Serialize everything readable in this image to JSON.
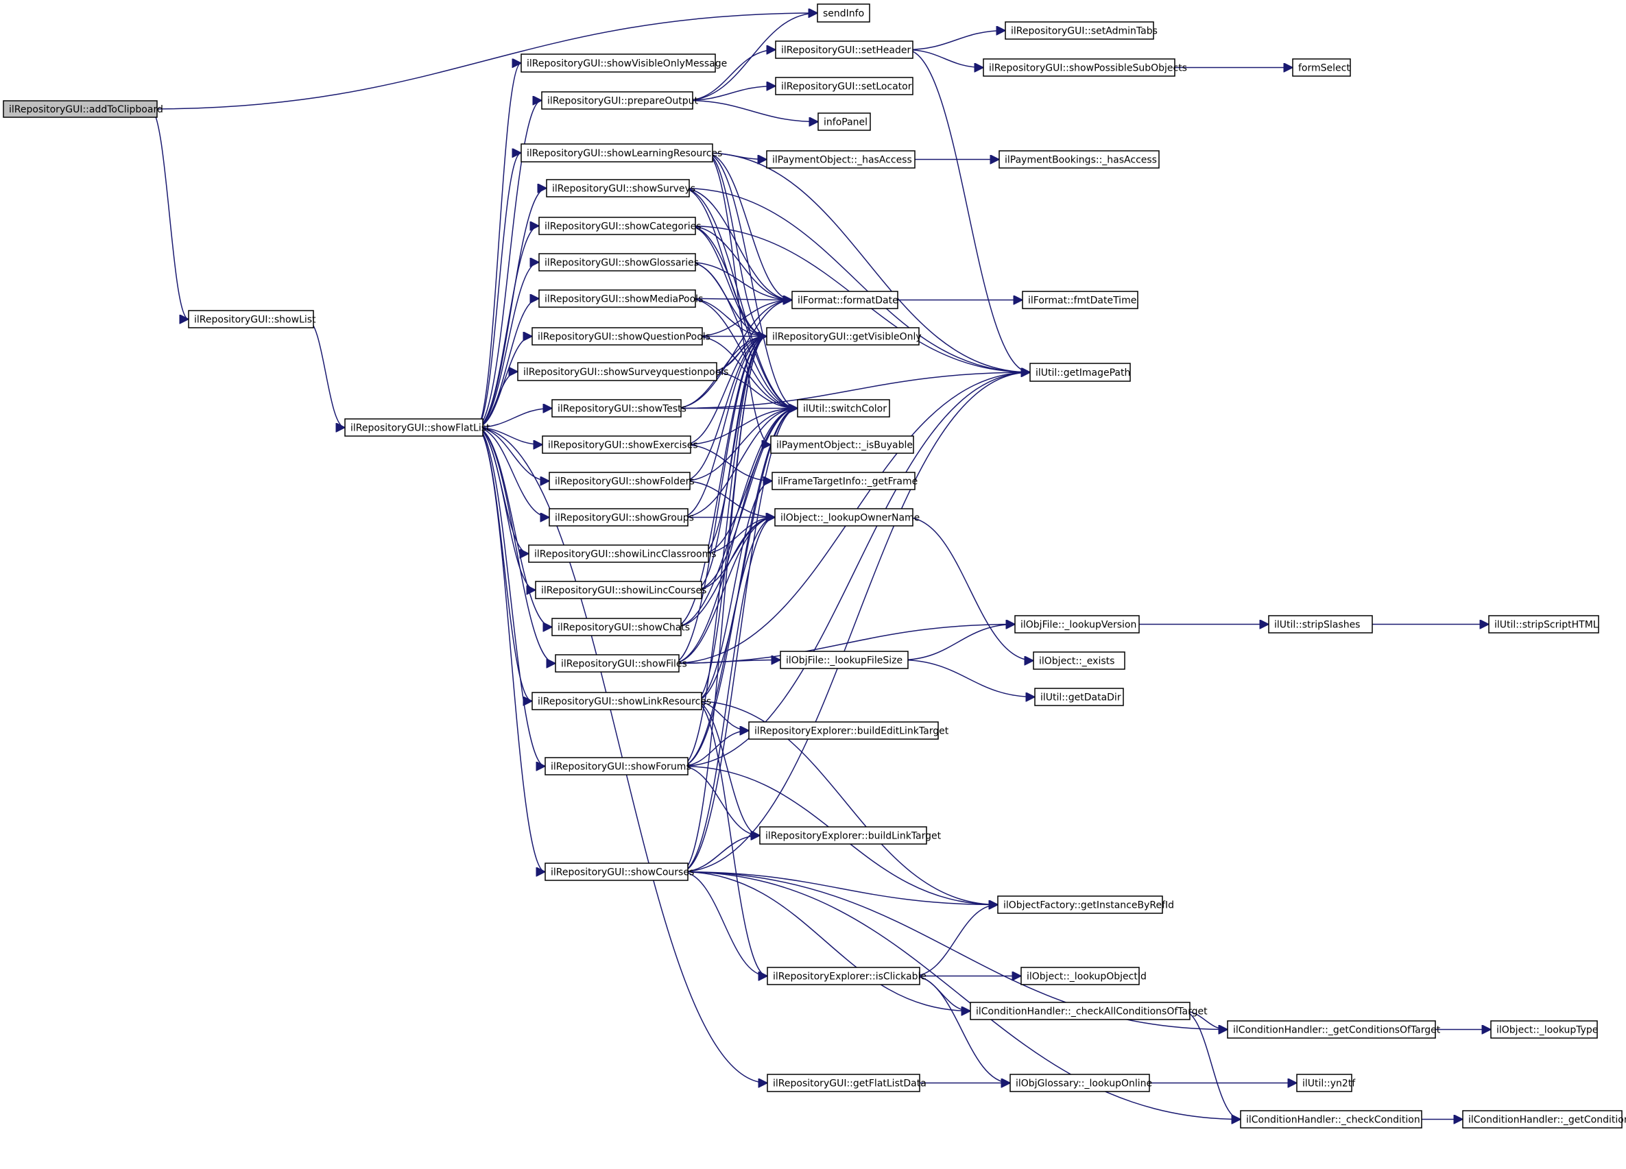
{
  "graph": {
    "edge_color": "#191970",
    "root_fill": "#bfbfbf",
    "nodes": [
      {
        "id": "addToClipboard",
        "label": "ilRepositoryGUI::addToClipboard",
        "root": true
      },
      {
        "id": "sendInfo",
        "label": "sendInfo"
      },
      {
        "id": "showList",
        "label": "ilRepositoryGUI::showList"
      },
      {
        "id": "showFlatList",
        "label": "ilRepositoryGUI::showFlatList"
      },
      {
        "id": "showVisibleOnlyMessage",
        "label": "ilRepositoryGUI::showVisibleOnlyMessage"
      },
      {
        "id": "prepareOutput",
        "label": "ilRepositoryGUI::prepareOutput"
      },
      {
        "id": "showLearningResources",
        "label": "ilRepositoryGUI::showLearningResources"
      },
      {
        "id": "showSurveys",
        "label": "ilRepositoryGUI::showSurveys"
      },
      {
        "id": "showCategories",
        "label": "ilRepositoryGUI::showCategories"
      },
      {
        "id": "showGlossaries",
        "label": "ilRepositoryGUI::showGlossaries"
      },
      {
        "id": "showMediaPools",
        "label": "ilRepositoryGUI::showMediaPools"
      },
      {
        "id": "showQuestionPools",
        "label": "ilRepositoryGUI::showQuestionPools"
      },
      {
        "id": "showSurveyquestionpools",
        "label": "ilRepositoryGUI::showSurveyquestionpools"
      },
      {
        "id": "showTests",
        "label": "ilRepositoryGUI::showTests"
      },
      {
        "id": "showExercises",
        "label": "ilRepositoryGUI::showExercises"
      },
      {
        "id": "showFolders",
        "label": "ilRepositoryGUI::showFolders"
      },
      {
        "id": "showGroups",
        "label": "ilRepositoryGUI::showGroups"
      },
      {
        "id": "showiLincClassrooms",
        "label": "ilRepositoryGUI::showiLincClassrooms"
      },
      {
        "id": "showiLincCourses",
        "label": "ilRepositoryGUI::showiLincCourses"
      },
      {
        "id": "showChats",
        "label": "ilRepositoryGUI::showChats"
      },
      {
        "id": "showFiles",
        "label": "ilRepositoryGUI::showFiles"
      },
      {
        "id": "showLinkResources",
        "label": "ilRepositoryGUI::showLinkResources"
      },
      {
        "id": "showForums",
        "label": "ilRepositoryGUI::showForums"
      },
      {
        "id": "showCourses",
        "label": "ilRepositoryGUI::showCourses"
      },
      {
        "id": "setHeader",
        "label": "ilRepositoryGUI::setHeader"
      },
      {
        "id": "setLocator",
        "label": "ilRepositoryGUI::setLocator"
      },
      {
        "id": "infoPanel",
        "label": "infoPanel"
      },
      {
        "id": "setAdminTabs",
        "label": "ilRepositoryGUI::setAdminTabs"
      },
      {
        "id": "showPossibleSubObjects",
        "label": "ilRepositoryGUI::showPossibleSubObjects"
      },
      {
        "id": "formSelect",
        "label": "formSelect"
      },
      {
        "id": "payHasAccess",
        "label": "ilPaymentObject::_hasAccess"
      },
      {
        "id": "bookHasAccess",
        "label": "ilPaymentBookings::_hasAccess"
      },
      {
        "id": "formatDate",
        "label": "ilFormat::formatDate"
      },
      {
        "id": "fmtDateTime",
        "label": "ilFormat::fmtDateTime"
      },
      {
        "id": "getVisibleOnly",
        "label": "ilRepositoryGUI::getVisibleOnly"
      },
      {
        "id": "getImagePath",
        "label": "ilUtil::getImagePath"
      },
      {
        "id": "switchColor",
        "label": "ilUtil::switchColor"
      },
      {
        "id": "isBuyable",
        "label": "ilPaymentObject::_isBuyable"
      },
      {
        "id": "getFrame",
        "label": "ilFrameTargetInfo::_getFrame"
      },
      {
        "id": "lookupOwnerName",
        "label": "ilObject::_lookupOwnerName"
      },
      {
        "id": "lookupVersion",
        "label": "ilObjFile::_lookupVersion"
      },
      {
        "id": "stripSlashes",
        "label": "ilUtil::stripSlashes"
      },
      {
        "id": "stripScriptHTML",
        "label": "ilUtil::stripScriptHTML"
      },
      {
        "id": "lookupFileSize",
        "label": "ilObjFile::_lookupFileSize"
      },
      {
        "id": "objExists",
        "label": "ilObject::_exists"
      },
      {
        "id": "getDataDir",
        "label": "ilUtil::getDataDir"
      },
      {
        "id": "buildEditLinkTarget",
        "label": "ilRepositoryExplorer::buildEditLinkTarget"
      },
      {
        "id": "buildLinkTarget",
        "label": "ilRepositoryExplorer::buildLinkTarget"
      },
      {
        "id": "getInstanceByRefId",
        "label": "ilObjectFactory::getInstanceByRefId"
      },
      {
        "id": "isClickable",
        "label": "ilRepositoryExplorer::isClickable"
      },
      {
        "id": "lookupObjectId",
        "label": "ilObject::_lookupObjectId"
      },
      {
        "id": "checkAllConditionsOfTarget",
        "label": "ilConditionHandler::_checkAllConditionsOfTarget"
      },
      {
        "id": "getConditionsOfTarget",
        "label": "ilConditionHandler::_getConditionsOfTarget"
      },
      {
        "id": "lookupType",
        "label": "ilObject::_lookupType"
      },
      {
        "id": "getFlatListData",
        "label": "ilRepositoryGUI::getFlatListData"
      },
      {
        "id": "lookupOnline",
        "label": "ilObjGlossary::_lookupOnline"
      },
      {
        "id": "yn2tf",
        "label": "ilUtil::yn2tf"
      },
      {
        "id": "checkCondition",
        "label": "ilConditionHandler::_checkCondition"
      },
      {
        "id": "getCondition",
        "label": "ilConditionHandler::_getCondition"
      }
    ],
    "edges": [
      [
        "addToClipboard",
        "sendInfo"
      ],
      [
        "addToClipboard",
        "showList"
      ],
      [
        "showList",
        "showFlatList"
      ],
      [
        "showFlatList",
        "showVisibleOnlyMessage"
      ],
      [
        "showFlatList",
        "prepareOutput"
      ],
      [
        "showFlatList",
        "showLearningResources"
      ],
      [
        "showFlatList",
        "showSurveys"
      ],
      [
        "showFlatList",
        "showCategories"
      ],
      [
        "showFlatList",
        "showGlossaries"
      ],
      [
        "showFlatList",
        "showMediaPools"
      ],
      [
        "showFlatList",
        "showQuestionPools"
      ],
      [
        "showFlatList",
        "showSurveyquestionpools"
      ],
      [
        "showFlatList",
        "showTests"
      ],
      [
        "showFlatList",
        "showExercises"
      ],
      [
        "showFlatList",
        "showFolders"
      ],
      [
        "showFlatList",
        "showGroups"
      ],
      [
        "showFlatList",
        "showiLincClassrooms"
      ],
      [
        "showFlatList",
        "showiLincCourses"
      ],
      [
        "showFlatList",
        "showChats"
      ],
      [
        "showFlatList",
        "showFiles"
      ],
      [
        "showFlatList",
        "showLinkResources"
      ],
      [
        "showFlatList",
        "showForums"
      ],
      [
        "showFlatList",
        "showCourses"
      ],
      [
        "showFlatList",
        "getFlatListData"
      ],
      [
        "prepareOutput",
        "sendInfo"
      ],
      [
        "prepareOutput",
        "setHeader"
      ],
      [
        "prepareOutput",
        "setLocator"
      ],
      [
        "prepareOutput",
        "infoPanel"
      ],
      [
        "setHeader",
        "setAdminTabs"
      ],
      [
        "setHeader",
        "showPossibleSubObjects"
      ],
      [
        "setHeader",
        "getImagePath"
      ],
      [
        "showPossibleSubObjects",
        "formSelect"
      ],
      [
        "showLearningResources",
        "payHasAccess"
      ],
      [
        "showLearningResources",
        "formatDate"
      ],
      [
        "showLearningResources",
        "getVisibleOnly"
      ],
      [
        "showLearningResources",
        "switchColor"
      ],
      [
        "showLearningResources",
        "getImagePath"
      ],
      [
        "showLearningResources",
        "isBuyable"
      ],
      [
        "payHasAccess",
        "bookHasAccess"
      ],
      [
        "showSurveys",
        "formatDate"
      ],
      [
        "showSurveys",
        "getVisibleOnly"
      ],
      [
        "showSurveys",
        "switchColor"
      ],
      [
        "showSurveys",
        "getImagePath"
      ],
      [
        "showCategories",
        "formatDate"
      ],
      [
        "showCategories",
        "getVisibleOnly"
      ],
      [
        "showCategories",
        "switchColor"
      ],
      [
        "showCategories",
        "getImagePath"
      ],
      [
        "showGlossaries",
        "formatDate"
      ],
      [
        "showGlossaries",
        "getVisibleOnly"
      ],
      [
        "showGlossaries",
        "switchColor"
      ],
      [
        "showMediaPools",
        "formatDate"
      ],
      [
        "showMediaPools",
        "getVisibleOnly"
      ],
      [
        "showMediaPools",
        "switchColor"
      ],
      [
        "showQuestionPools",
        "formatDate"
      ],
      [
        "showQuestionPools",
        "getVisibleOnly"
      ],
      [
        "showQuestionPools",
        "switchColor"
      ],
      [
        "showSurveyquestionpools",
        "formatDate"
      ],
      [
        "showSurveyquestionpools",
        "getVisibleOnly"
      ],
      [
        "showSurveyquestionpools",
        "switchColor"
      ],
      [
        "showTests",
        "formatDate"
      ],
      [
        "showTests",
        "getVisibleOnly"
      ],
      [
        "showTests",
        "switchColor"
      ],
      [
        "showTests",
        "getImagePath"
      ],
      [
        "showExercises",
        "getVisibleOnly"
      ],
      [
        "showExercises",
        "switchColor"
      ],
      [
        "showExercises",
        "getFrame"
      ],
      [
        "showFolders",
        "getVisibleOnly"
      ],
      [
        "showFolders",
        "switchColor"
      ],
      [
        "showFolders",
        "lookupOwnerName"
      ],
      [
        "showGroups",
        "getVisibleOnly"
      ],
      [
        "showGroups",
        "switchColor"
      ],
      [
        "showGroups",
        "lookupOwnerName"
      ],
      [
        "showiLincClassrooms",
        "getVisibleOnly"
      ],
      [
        "showiLincClassrooms",
        "switchColor"
      ],
      [
        "showiLincClassrooms",
        "lookupOwnerName"
      ],
      [
        "showiLincCourses",
        "getVisibleOnly"
      ],
      [
        "showiLincCourses",
        "switchColor"
      ],
      [
        "showiLincCourses",
        "lookupOwnerName"
      ],
      [
        "showChats",
        "getVisibleOnly"
      ],
      [
        "showChats",
        "switchColor"
      ],
      [
        "showChats",
        "lookupOwnerName"
      ],
      [
        "showFiles",
        "getVisibleOnly"
      ],
      [
        "showFiles",
        "switchColor"
      ],
      [
        "showFiles",
        "lookupOwnerName"
      ],
      [
        "showFiles",
        "lookupVersion"
      ],
      [
        "showFiles",
        "lookupFileSize"
      ],
      [
        "showFiles",
        "getImagePath"
      ],
      [
        "showLinkResources",
        "getVisibleOnly"
      ],
      [
        "showLinkResources",
        "switchColor"
      ],
      [
        "showLinkResources",
        "getFrame"
      ],
      [
        "showLinkResources",
        "buildEditLinkTarget"
      ],
      [
        "showLinkResources",
        "buildLinkTarget"
      ],
      [
        "showLinkResources",
        "getInstanceByRefId"
      ],
      [
        "showLinkResources",
        "isClickable"
      ],
      [
        "showForums",
        "getVisibleOnly"
      ],
      [
        "showForums",
        "switchColor"
      ],
      [
        "showForums",
        "lookupOwnerName"
      ],
      [
        "showForums",
        "buildEditLinkTarget"
      ],
      [
        "showForums",
        "buildLinkTarget"
      ],
      [
        "showForums",
        "getInstanceByRefId"
      ],
      [
        "showForums",
        "getImagePath"
      ],
      [
        "showCourses",
        "getVisibleOnly"
      ],
      [
        "showCourses",
        "switchColor"
      ],
      [
        "showCourses",
        "lookupOwnerName"
      ],
      [
        "showCourses",
        "buildLinkTarget"
      ],
      [
        "showCourses",
        "getInstanceByRefId"
      ],
      [
        "showCourses",
        "isClickable"
      ],
      [
        "showCourses",
        "checkAllConditionsOfTarget"
      ],
      [
        "showCourses",
        "getConditionsOfTarget"
      ],
      [
        "showCourses",
        "checkCondition"
      ],
      [
        "showCourses",
        "getImagePath"
      ],
      [
        "formatDate",
        "fmtDateTime"
      ],
      [
        "lookupOwnerName",
        "objExists"
      ],
      [
        "lookupVersion",
        "stripSlashes"
      ],
      [
        "stripSlashes",
        "stripScriptHTML"
      ],
      [
        "lookupFileSize",
        "lookupVersion"
      ],
      [
        "lookupFileSize",
        "getDataDir"
      ],
      [
        "isClickable",
        "getInstanceByRefId"
      ],
      [
        "isClickable",
        "lookupObjectId"
      ],
      [
        "isClickable",
        "checkAllConditionsOfTarget"
      ],
      [
        "isClickable",
        "lookupOnline"
      ],
      [
        "checkAllConditionsOfTarget",
        "getConditionsOfTarget"
      ],
      [
        "checkAllConditionsOfTarget",
        "checkCondition"
      ],
      [
        "getConditionsOfTarget",
        "lookupType"
      ],
      [
        "getFlatListData",
        "lookupOnline"
      ],
      [
        "lookupOnline",
        "yn2tf"
      ],
      [
        "checkCondition",
        "getCondition"
      ]
    ]
  }
}
